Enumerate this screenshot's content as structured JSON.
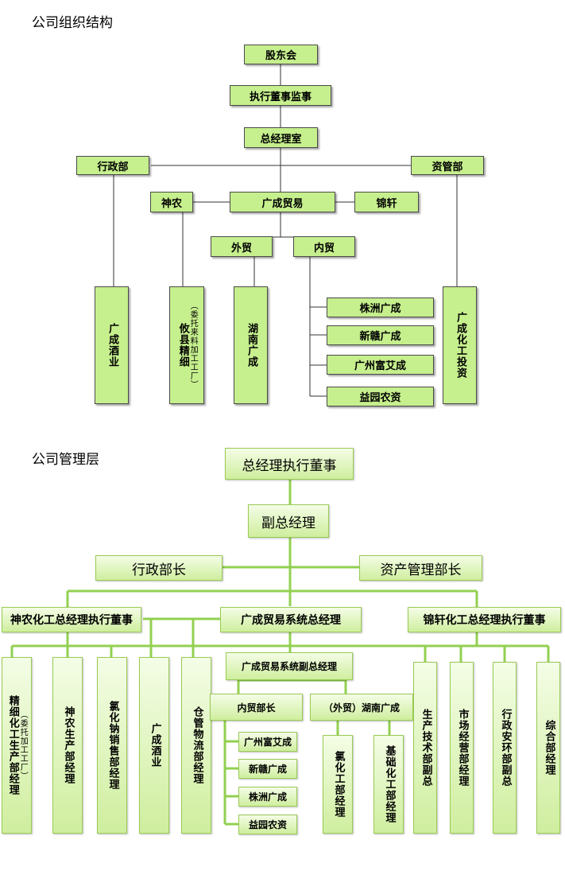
{
  "org_structure": {
    "title": "公司组织结构",
    "shareholders": "股东会",
    "exec_director_supervisor": "执行董事监事",
    "gm_office": "总经理室",
    "admin_dept": "行政部",
    "asset_mgmt_dept": "资管部",
    "shennong": "神农",
    "guangcheng_trade": "广成贸易",
    "jinxuan": "锦轩",
    "foreign_trade": "外贸",
    "domestic_trade": "内贸",
    "zhuzhou": "株洲广成",
    "xingan": "新赣广成",
    "guangzhou_fuai": "广州富艾成",
    "yiyuan": "益园农资",
    "guangcheng_wine": "广成酒业",
    "youxian_note": "（委托来料加工工厂）",
    "youxian_name": "攸县精细",
    "hunan_guangcheng": "湖南广成",
    "guangcheng_chem_invest": "广成化工投资"
  },
  "management": {
    "title": "公司管理层",
    "gm_exec_director": "总经理执行董事",
    "deputy_gm": "副总经理",
    "admin_head": "行政部长",
    "asset_head": "资产管理部长",
    "shennong_gm": "神农化工总经理执行董事",
    "gc_trade_gm": "广成贸易系统总经理",
    "jinxuan_gm": "锦轩化工总经理执行董事",
    "fine_chem_note": "（委托加工工厂）",
    "fine_chem_mgr": "精细化工生产部经理",
    "shennong_prod_mgr": "神农生产部经理",
    "cl_sales_mgr": "氯化钠销售部经理",
    "guangcheng_wine": "广成酒业",
    "warehouse_mgr": "仓管物流部经理",
    "gc_trade_deputy": "广成贸易系统副总经理",
    "domestic_head": "内贸部长",
    "foreign_hunan": "（外贸）湖南广成",
    "guangzhou_fuai": "广州富艾成",
    "xingan": "新赣广成",
    "zhuzhou": "株洲广成",
    "yiyuan": "益园农资",
    "chlorination_mgr": "氯化工部经理",
    "basic_chem_mgr": "基础化工部经理",
    "prod_tech_deputy": "生产技术部副总",
    "market_mgr": "市场经营部经理",
    "admin_safety_deputy": "行政安环部副总",
    "general_mgr": "综合部经理"
  }
}
